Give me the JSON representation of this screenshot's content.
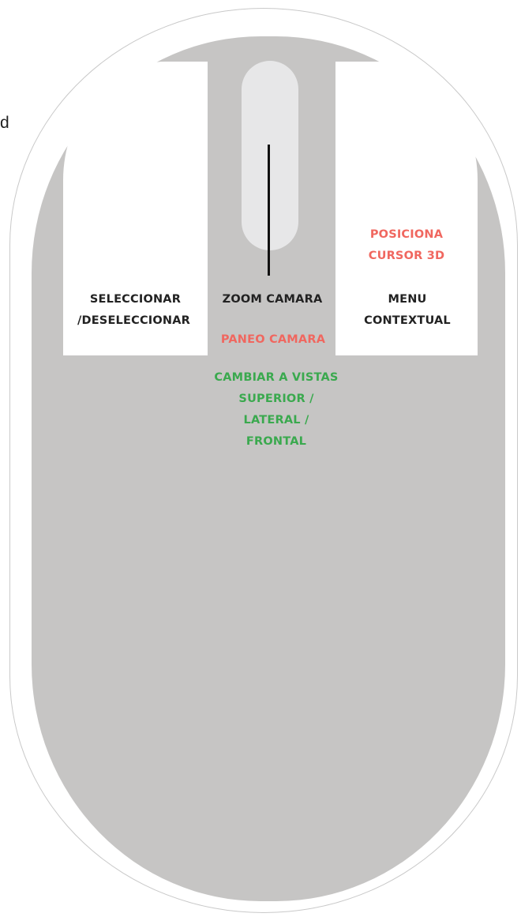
{
  "stray_glyph": "d",
  "left_button": {
    "lines": [
      "SELECCIONAR",
      "/DESELECCIONAR"
    ]
  },
  "middle": {
    "zoom_label": "ZOOM CAMARA",
    "pan_label": "PANEO CAMARA",
    "views_lines": [
      "CAMBIAR A VISTAS",
      "SUPERIOR /",
      "LATERAL /",
      "FRONTAL"
    ]
  },
  "right_button": {
    "secondary_lines": [
      "POSICIONA",
      "CURSOR 3D"
    ],
    "lines": [
      "MENU",
      "CONTEXTUAL"
    ]
  },
  "colors": {
    "body": "#c6c5c4",
    "buttons": "#ffffff",
    "wheel": "#e7e7e8",
    "label_black": "#222222",
    "label_red": "#f0675f",
    "label_green": "#3aa94e"
  }
}
